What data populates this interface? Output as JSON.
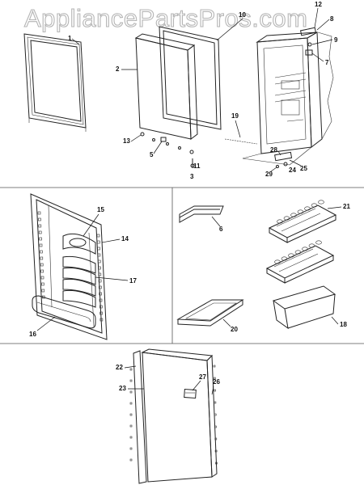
{
  "watermark": "AppliancePartsPros.com",
  "callouts": {
    "c1": "1",
    "c2": "2",
    "c3": "3",
    "c5": "5",
    "c6": "6",
    "c7": "7",
    "c8": "8",
    "c9": "9",
    "c10": "10",
    "c11": "11",
    "c12": "12",
    "c13": "13",
    "c14": "14",
    "c15": "15",
    "c16": "16",
    "c17": "17",
    "c18": "18",
    "c19": "19",
    "c20": "20",
    "c21": "21",
    "c22": "22",
    "c23": "23",
    "c24": "24",
    "c25": "25",
    "c26": "26",
    "c27": "27",
    "c28": "28",
    "c29": "29"
  }
}
